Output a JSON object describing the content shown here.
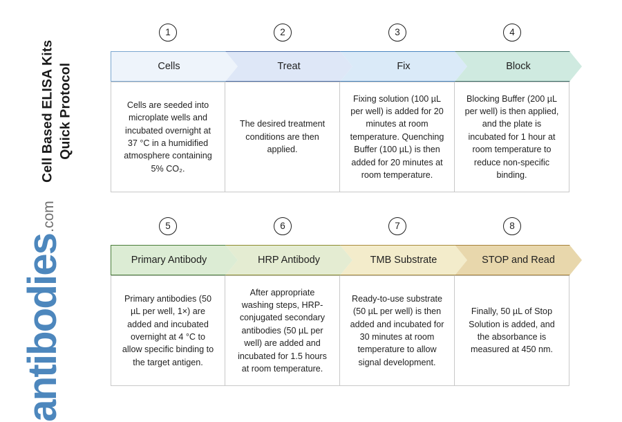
{
  "branding": {
    "protocol_title": "Cell Based ELISA Kits\nQuick Protocol",
    "logo_word": "antibodies",
    "logo_tld": ".com",
    "logo_color": "#4d87bd",
    "logo_tld_color": "#6e6e6e"
  },
  "flow": {
    "rows": [
      {
        "row_name": "row-1",
        "steps": [
          {
            "number": "1",
            "label": "Cells",
            "fill": "#eef4fb",
            "stroke": "#7ba7d0",
            "body": "Cells are seeded into microplate wells and incubated overnight at 37 °C in a humidified atmosphere containing 5% CO₂."
          },
          {
            "number": "2",
            "label": "Treat",
            "fill": "#dee7f7",
            "stroke": "#4b6fa8",
            "body": "The desired treatment conditions are then applied."
          },
          {
            "number": "3",
            "label": "Fix",
            "fill": "#daeaf8",
            "stroke": "#4a86c0",
            "body": "Fixing solution (100 µL per well) is added for 20 minutes at room temperature. Quenching Buffer (100 µL) is then added for 20 minutes at room temperature."
          },
          {
            "number": "4",
            "label": "Block",
            "fill": "#cfeae0",
            "stroke": "#3e6f68",
            "body": "Blocking Buffer (200 µL per well) is then applied, and the plate is incubated for 1 hour at room temperature to reduce non-specific binding."
          }
        ]
      },
      {
        "row_name": "row-2",
        "steps": [
          {
            "number": "5",
            "label": "Primary Antibody",
            "fill": "#dcecd4",
            "stroke": "#4a7c3a",
            "body": "Primary antibodies (50 µL per well, 1×) are added and incubated overnight at 4 °C to allow specific binding to the target antigen."
          },
          {
            "number": "6",
            "label": "HRP Antibody",
            "fill": "#e4ecd2",
            "stroke": "#8c8c2e",
            "body": "After appropriate washing steps, HRP-conjugated secondary antibodies (50 µL per well) are added and incubated for 1.5 hours at room temperature."
          },
          {
            "number": "7",
            "label": "TMB Substrate",
            "fill": "#f3eccb",
            "stroke": "#a88b3c",
            "body": "Ready-to-use substrate (50 µL per well) is then added and incubated for 30 minutes at room temperature to allow signal development."
          },
          {
            "number": "8",
            "label": "STOP and Read",
            "fill": "#e8d7ac",
            "stroke": "#a5813a",
            "body": "Finally, 50 µL of Stop Solution is added, and the absorbance is measured at 450 nm."
          }
        ]
      }
    ]
  }
}
